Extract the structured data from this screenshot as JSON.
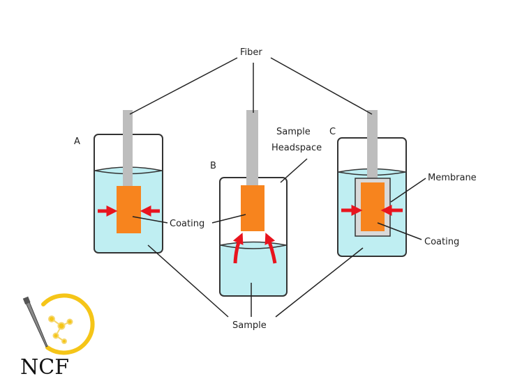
{
  "labels": {
    "fiber": "Fiber",
    "panel_a": "A",
    "panel_b": "B",
    "panel_c": "C",
    "sample_headspace_line1": "Sample",
    "sample_headspace_line2": "Headspace",
    "membrane": "Membrane",
    "coating_left": "Coating",
    "coating_right": "Coating",
    "sample": "Sample"
  },
  "logo": {
    "text": "NCF"
  },
  "colors": {
    "liquid": "#bfeef2",
    "coating": "#f7841e",
    "fiber": "#bdbdbd",
    "arrow": "#e8141e",
    "outline": "#333333",
    "logo_ring": "#f5c518"
  }
}
